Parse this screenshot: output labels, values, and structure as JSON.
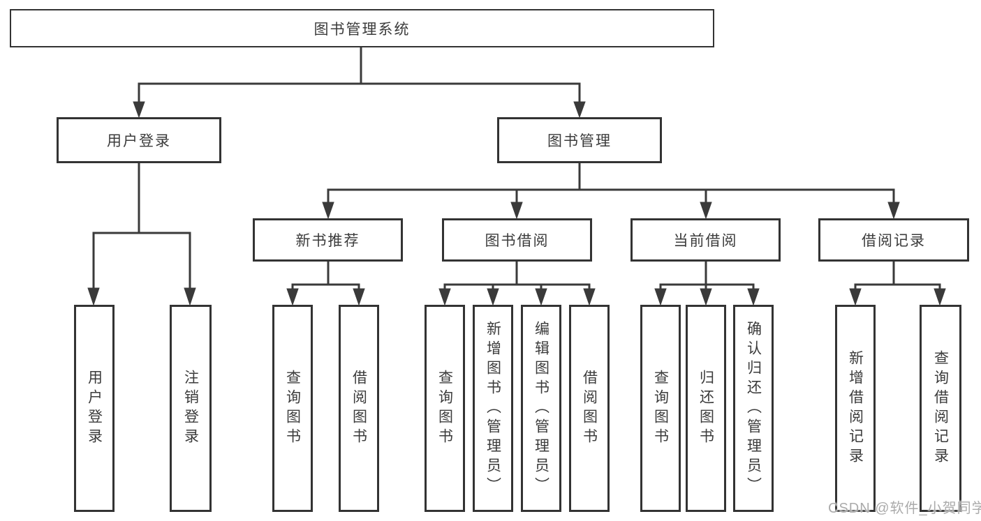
{
  "tree": {
    "root": {
      "label": "图书管理系统"
    },
    "branches": [
      {
        "label": "用户登录",
        "children": [
          {
            "label": "用户登录"
          },
          {
            "label": "注销登录"
          }
        ]
      },
      {
        "label": "图书管理",
        "children": [
          {
            "label": "新书推荐",
            "children": [
              {
                "label": "查询图书"
              },
              {
                "label": "借阅图书"
              }
            ]
          },
          {
            "label": "图书借阅",
            "children": [
              {
                "label": "查询图书"
              },
              {
                "label": "新增图书（管理员）"
              },
              {
                "label": "编辑图书（管理员）"
              },
              {
                "label": "借阅图书"
              }
            ]
          },
          {
            "label": "当前借阅",
            "children": [
              {
                "label": "查询图书"
              },
              {
                "label": "归还图书"
              },
              {
                "label": "确认归还（管理员）"
              }
            ]
          },
          {
            "label": "借阅记录",
            "children": [
              {
                "label": "新增借阅记录"
              },
              {
                "label": "查询借阅记录"
              }
            ]
          }
        ]
      }
    ]
  },
  "watermark": {
    "text": "CSDN @软件_小贺同学"
  },
  "colors": {
    "line": "#3a3a3a",
    "box_border": "#333333",
    "text": "#3b3b3b",
    "watermark": "#a6a6a6",
    "background": "#ffffff"
  }
}
